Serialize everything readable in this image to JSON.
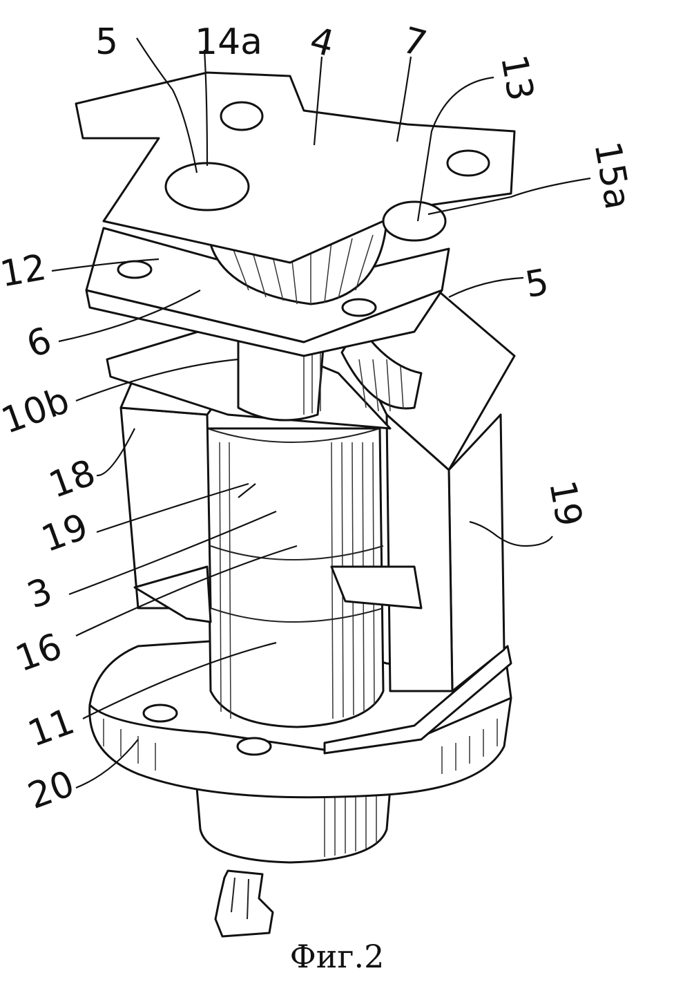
{
  "labels": {
    "l5a": "5",
    "l14a": "14a",
    "l4": "4",
    "l7": "7",
    "l13": "13",
    "l15a": "15a",
    "l12": "12",
    "l5b": "5",
    "l6": "6",
    "l10b": "10b",
    "l18": "18",
    "l19a": "19",
    "l19b": "19",
    "l3": "3",
    "l16": "16",
    "l11": "11",
    "l20": "20"
  },
  "caption": "Фиг.2"
}
